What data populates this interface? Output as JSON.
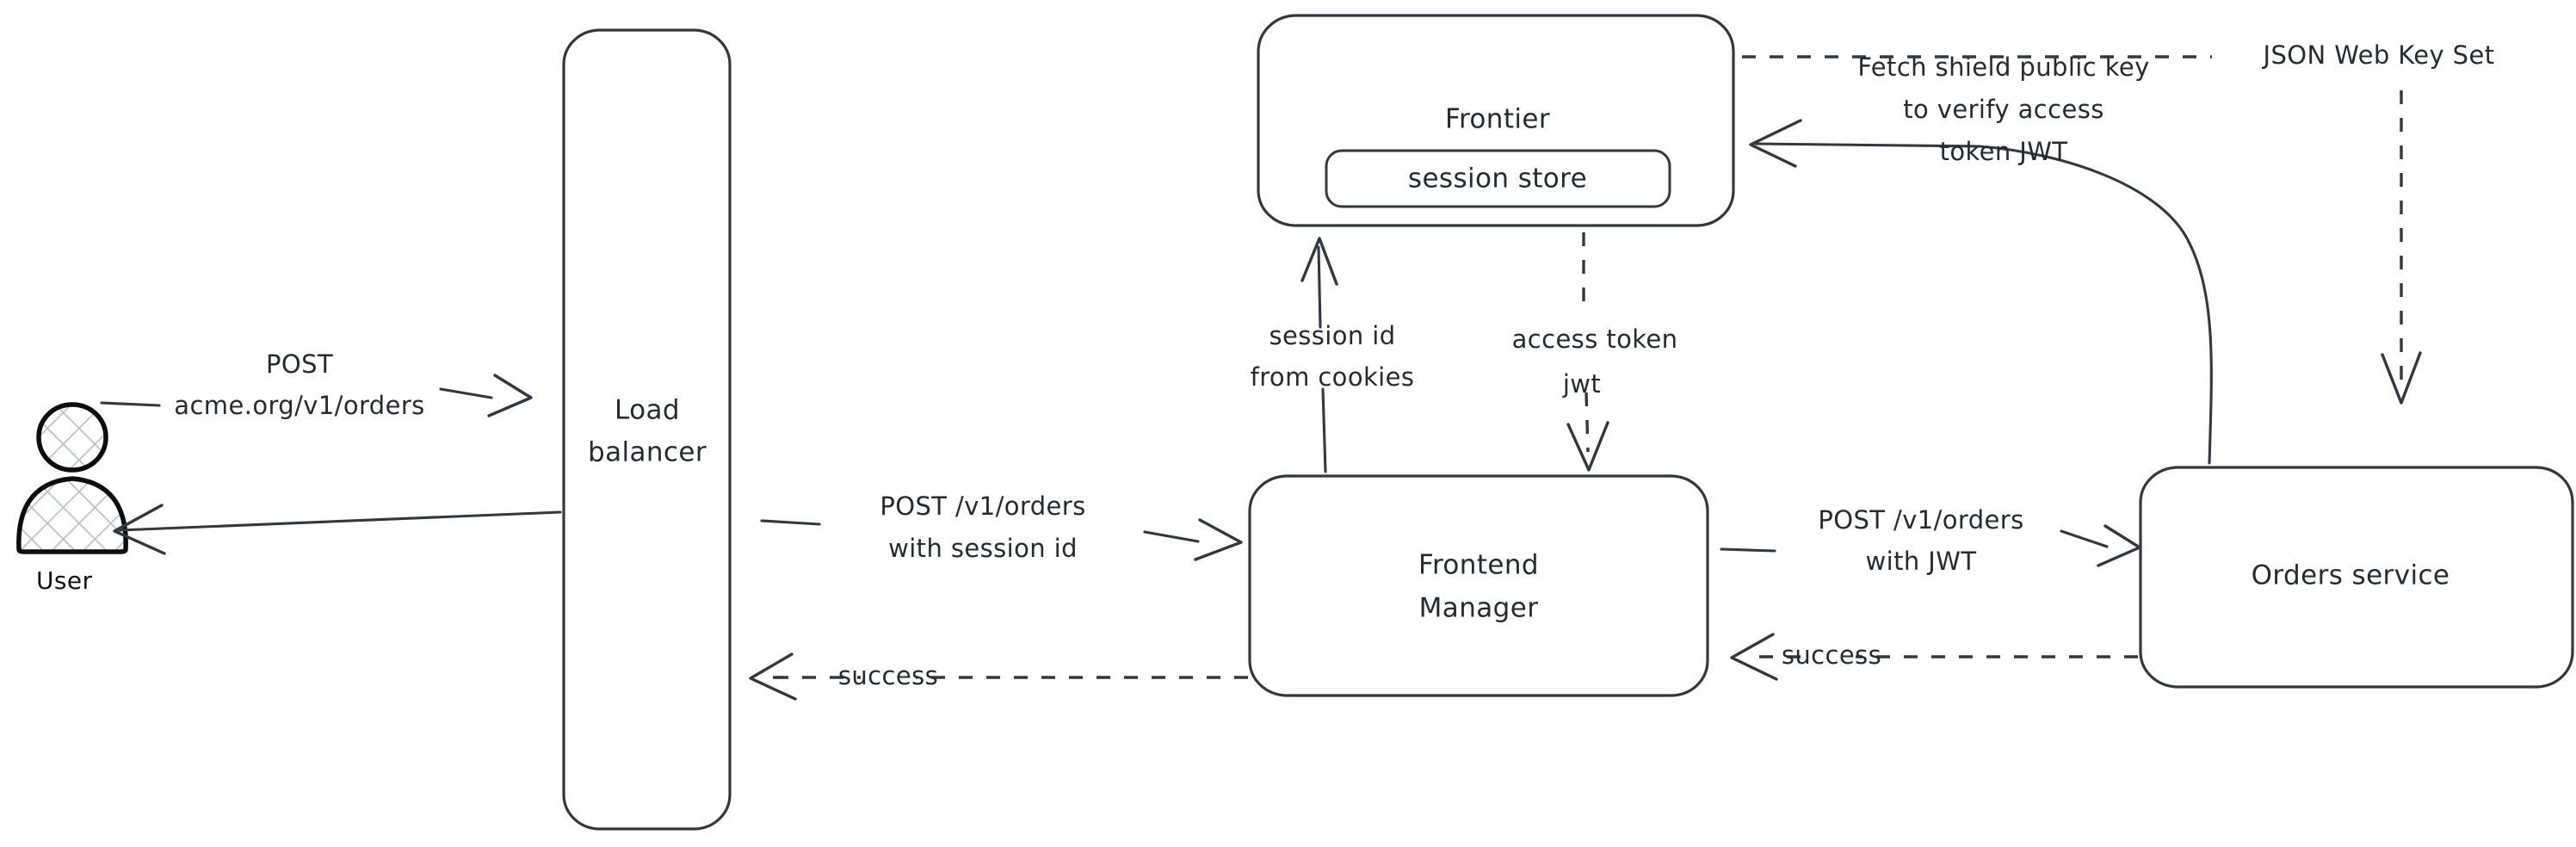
{
  "diagram": {
    "title": "Authentication request flow",
    "background_color": "#ffffff",
    "stroke_color": "#32383f",
    "actor_hatch_color": "#b9c2cc",
    "nodes": {
      "user": {
        "label": "User",
        "icon": "user-actor-icon"
      },
      "load_balancer": {
        "label_line1": "Load",
        "label_line2": "balancer"
      },
      "frontier": {
        "label": "Frontier"
      },
      "session_store": {
        "label": "session store"
      },
      "frontend_manager": {
        "label_line1": "Frontend",
        "label_line2": "Manager"
      },
      "orders_service": {
        "label": "Orders service"
      }
    },
    "edges": {
      "user_to_lb": {
        "label_line1": "POST",
        "label_line2": "acme.org/v1/orders",
        "style": "solid",
        "direction": "right"
      },
      "lb_to_user": {
        "label": "",
        "style": "solid",
        "direction": "left"
      },
      "lb_to_fm": {
        "label_line1": "POST /v1/orders",
        "label_line2": "with session id",
        "style": "solid",
        "direction": "right"
      },
      "fm_to_lb": {
        "label": "success",
        "style": "dashed",
        "direction": "left"
      },
      "fm_to_orders": {
        "label_line1": "POST /v1/orders",
        "label_line2": "with JWT",
        "style": "solid",
        "direction": "right"
      },
      "orders_to_fm": {
        "label": "success",
        "style": "dashed",
        "direction": "left"
      },
      "fm_to_frontier": {
        "label_line1": "session id",
        "label_line2": "from cookies",
        "style": "solid",
        "direction": "up"
      },
      "frontier_to_fm": {
        "label_line1": "access token",
        "label_line2": "jwt",
        "style": "dashed",
        "direction": "down"
      },
      "orders_to_frontier": {
        "label_line1": "Fetch shield public key",
        "label_line2": "to verify access",
        "label_line3": "token JWT",
        "style": "solid",
        "direction": "left"
      },
      "frontier_to_orders": {
        "label": "JSON Web Key Set",
        "style": "dashed",
        "direction": "down"
      }
    }
  }
}
